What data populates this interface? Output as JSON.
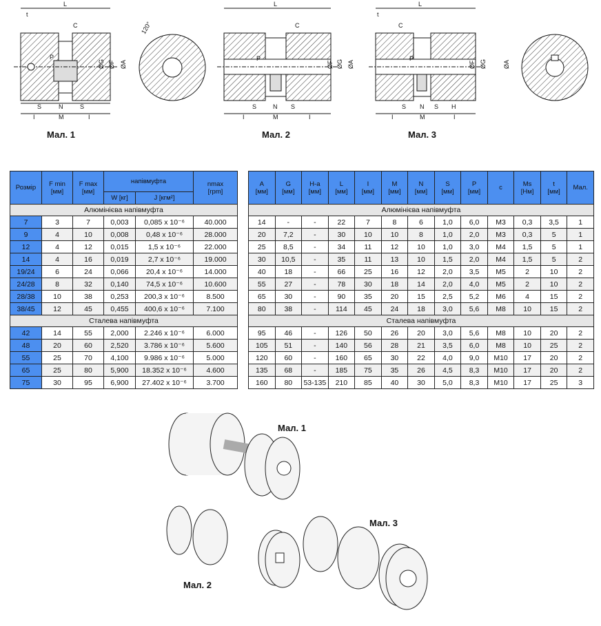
{
  "figures": {
    "captions": [
      "Мал. 1",
      "Мал. 2",
      "Мал. 3"
    ],
    "fig1_labels": {
      "L": "L",
      "t": "t",
      "C": "C",
      "P": "P",
      "G": "ØG",
      "F": "ØF",
      "A": "ØA",
      "S1": "S",
      "N": "N",
      "S2": "S",
      "I1": "I",
      "M": "M",
      "I2": "I",
      "angle": "120°"
    },
    "fig2_labels": {
      "L": "L",
      "C": "C",
      "P": "P",
      "F": "ØF",
      "G": "ØG",
      "A": "ØA",
      "S1": "S",
      "N": "N",
      "S2": "S",
      "I1": "I",
      "M": "M",
      "I2": "I"
    },
    "fig3_labels": {
      "L": "L",
      "t": "t",
      "C": "C",
      "P": "P",
      "F": "ØF",
      "G": "ØG",
      "A": "ØA",
      "S1": "S",
      "N": "N",
      "S2": "S",
      "H": "H",
      "I1": "I",
      "M": "M",
      "I2": "I"
    },
    "photo_captions": [
      "Мал. 1",
      "Мал. 2",
      "Мал. 3"
    ]
  },
  "left_table": {
    "headers": {
      "size": "Розмір",
      "fmin": "F min [мм]",
      "fmax": "F max [мм]",
      "half": "напівмуфта",
      "w": "W [кг]",
      "j": "J [кгм²]",
      "nmax": "nmax",
      "nmax_unit": "[rpm]"
    },
    "sections": [
      {
        "title": "Алюмінієва напівмуфта",
        "rows": [
          [
            "7",
            "3",
            "7",
            "0,003",
            "0,085 x 10⁻⁶",
            "40.000"
          ],
          [
            "9",
            "4",
            "10",
            "0,008",
            "0,48 x 10⁻⁶",
            "28.000"
          ],
          [
            "12",
            "4",
            "12",
            "0,015",
            "1,5 x 10⁻⁶",
            "22.000"
          ],
          [
            "14",
            "4",
            "16",
            "0,019",
            "2,7 x 10⁻⁶",
            "19.000"
          ],
          [
            "19/24",
            "6",
            "24",
            "0,066",
            "20,4 x 10⁻⁶",
            "14.000"
          ],
          [
            "24/28",
            "8",
            "32",
            "0,140",
            "74,5 x 10⁻⁶",
            "10.600"
          ],
          [
            "28/38",
            "10",
            "38",
            "0,253",
            "200,3 x 10⁻⁶",
            "8.500"
          ],
          [
            "38/45",
            "12",
            "45",
            "0,455",
            "400,6 x 10⁻⁶",
            "7.100"
          ]
        ]
      },
      {
        "title": "Сталева напівмуфта",
        "rows": [
          [
            "42",
            "14",
            "55",
            "2,000",
            "2.246 x 10⁻⁶",
            "6.000"
          ],
          [
            "48",
            "20",
            "60",
            "2,520",
            "3.786 x 10⁻⁶",
            "5.600"
          ],
          [
            "55",
            "25",
            "70",
            "4,100",
            "9.986 x 10⁻⁶",
            "5.000"
          ],
          [
            "65",
            "25",
            "80",
            "5,900",
            "18.352 x 10⁻⁶",
            "4.600"
          ],
          [
            "75",
            "30",
            "95",
            "6,900",
            "27.402 x 10⁻⁶",
            "3.700"
          ]
        ]
      }
    ]
  },
  "right_table": {
    "headers": [
      [
        "A",
        "[мм]"
      ],
      [
        "G",
        "[мм]"
      ],
      [
        "H-a",
        "[мм]"
      ],
      [
        "L",
        "[мм]"
      ],
      [
        "I",
        "[мм]"
      ],
      [
        "M",
        "[мм]"
      ],
      [
        "N",
        "[мм]"
      ],
      [
        "S",
        "[мм]"
      ],
      [
        "P",
        "[мм]"
      ],
      [
        "c",
        ""
      ],
      [
        "Ms",
        "[Нм]"
      ],
      [
        "t",
        "[мм]"
      ],
      [
        "Мал.",
        ""
      ]
    ],
    "sections": [
      {
        "title": "Алюмінієва напівмуфта",
        "rows": [
          [
            "14",
            "-",
            "-",
            "22",
            "7",
            "8",
            "6",
            "1,0",
            "6,0",
            "M3",
            "0,3",
            "3,5",
            "1"
          ],
          [
            "20",
            "7,2",
            "-",
            "30",
            "10",
            "10",
            "8",
            "1,0",
            "2,0",
            "M3",
            "0,3",
            "5",
            "1"
          ],
          [
            "25",
            "8,5",
            "-",
            "34",
            "11",
            "12",
            "10",
            "1,0",
            "3,0",
            "M4",
            "1,5",
            "5",
            "1"
          ],
          [
            "30",
            "10,5",
            "-",
            "35",
            "11",
            "13",
            "10",
            "1,5",
            "2,0",
            "M4",
            "1,5",
            "5",
            "2"
          ],
          [
            "40",
            "18",
            "-",
            "66",
            "25",
            "16",
            "12",
            "2,0",
            "3,5",
            "M5",
            "2",
            "10",
            "2"
          ],
          [
            "55",
            "27",
            "-",
            "78",
            "30",
            "18",
            "14",
            "2,0",
            "4,0",
            "M5",
            "2",
            "10",
            "2"
          ],
          [
            "65",
            "30",
            "-",
            "90",
            "35",
            "20",
            "15",
            "2,5",
            "5,2",
            "M6",
            "4",
            "15",
            "2"
          ],
          [
            "80",
            "38",
            "-",
            "114",
            "45",
            "24",
            "18",
            "3,0",
            "5,6",
            "M8",
            "10",
            "15",
            "2"
          ]
        ]
      },
      {
        "title": "Сталева напівмуфта",
        "rows": [
          [
            "95",
            "46",
            "-",
            "126",
            "50",
            "26",
            "20",
            "3,0",
            "5,6",
            "M8",
            "10",
            "20",
            "2"
          ],
          [
            "105",
            "51",
            "-",
            "140",
            "56",
            "28",
            "21",
            "3,5",
            "6,0",
            "M8",
            "10",
            "25",
            "2"
          ],
          [
            "120",
            "60",
            "-",
            "160",
            "65",
            "30",
            "22",
            "4,0",
            "9,0",
            "M10",
            "17",
            "20",
            "2"
          ],
          [
            "135",
            "68",
            "-",
            "185",
            "75",
            "35",
            "26",
            "4,5",
            "8,3",
            "M10",
            "17",
            "20",
            "2"
          ],
          [
            "160",
            "80",
            "53-135",
            "210",
            "85",
            "40",
            "30",
            "5,0",
            "8,3",
            "M10",
            "17",
            "25",
            "3"
          ]
        ]
      }
    ]
  }
}
